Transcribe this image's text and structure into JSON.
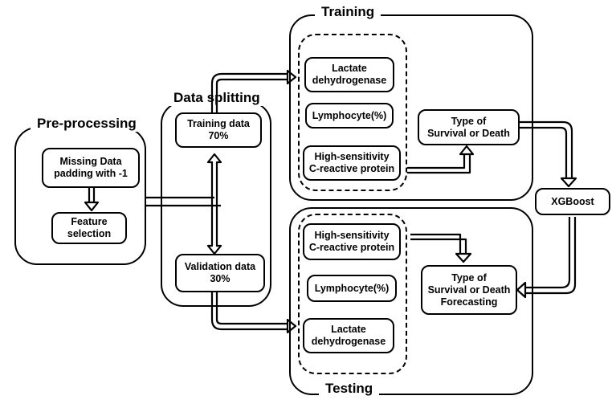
{
  "groups": {
    "preprocessing": "Pre-processing",
    "data_splitting": "Data splitting",
    "training": "Training",
    "testing": "Testing"
  },
  "nodes": {
    "missing_data": "Missing Data\npadding with -1",
    "feature_selection": "Feature\nselection",
    "training_data": "Training data\n70%",
    "validation_data": "Validation data\n30%",
    "train_lactate": "Lactate\ndehydrogenase",
    "train_lymphocyte": "Lymphocyte(%)",
    "train_crp": "High-sensitivity\nC-reactive protein",
    "train_outcome": "Type of\nSurvival or Death",
    "xgboost": "XGBoost",
    "test_crp": "High-sensitivity\nC-reactive protein",
    "test_lymphocyte": "Lymphocyte(%)",
    "test_lactate": "Lactate\ndehydrogenase",
    "test_outcome": "Type of\nSurvival or Death\nForecasting"
  }
}
